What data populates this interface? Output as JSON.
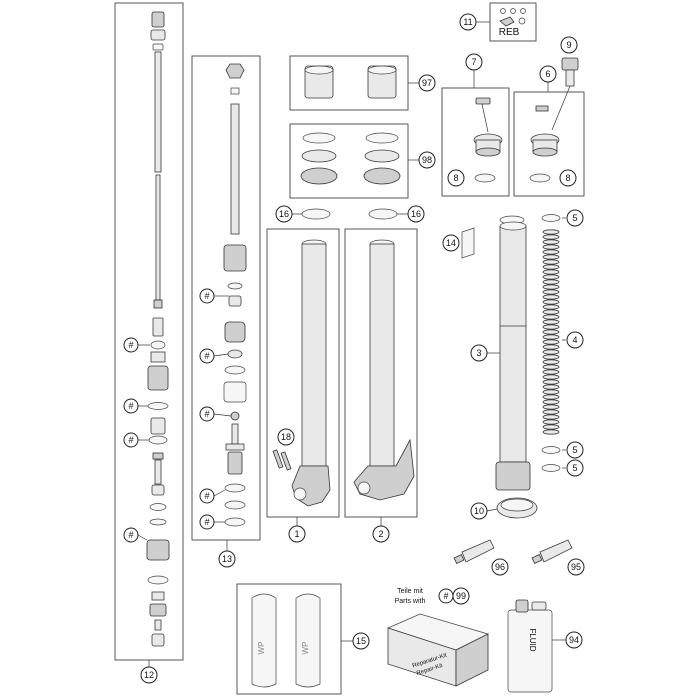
{
  "callouts": {
    "c1": "1",
    "c2": "2",
    "c3": "3",
    "c4": "4",
    "c5a": "5",
    "c5b": "5",
    "c5c": "5",
    "c6": "6",
    "c7": "7",
    "c8a": "8",
    "c8b": "8",
    "c9": "9",
    "c10": "10",
    "c11": "11",
    "c12": "12",
    "c13": "13",
    "c14": "14",
    "c15": "15",
    "c16a": "16",
    "c16b": "16",
    "c18": "18",
    "c94": "94",
    "c95": "95",
    "c96": "96",
    "c97": "97",
    "c98": "98",
    "c99": "99",
    "hash": "#"
  },
  "labels": {
    "reb": "REB",
    "teile_mit": "Teile mit",
    "parts_with": "Parts with",
    "fluid": "FLUID",
    "repair_kit_a": "Reparatur-Kit",
    "repair_kit_b": "Repair-Kit"
  },
  "colors": {
    "line": "#333333",
    "fill": "#e9e9e9",
    "fill_dark": "#cfcfcf"
  }
}
